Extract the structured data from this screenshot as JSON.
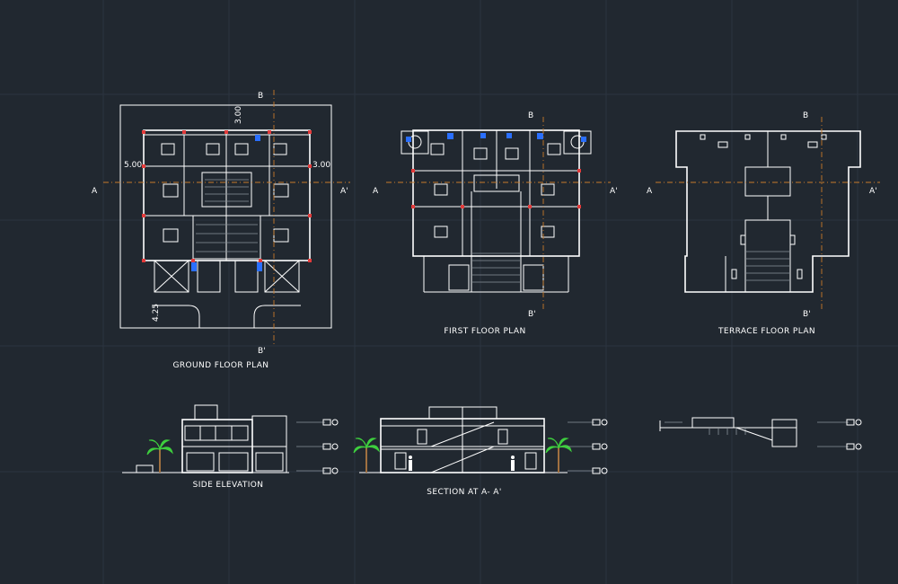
{
  "drawing": {
    "background": "#212830",
    "line_color": "#ffffff",
    "axis_color": "#c77a2a",
    "column_color": "#e23a3a",
    "fixture_color": "#2a6fff",
    "tree_color": "#3ecf3e"
  },
  "titles": {
    "ground": "GROUND FLOOR PLAN",
    "first": "FIRST FLOOR PLAN",
    "terrace": "TERRACE FLOOR PLAN",
    "side": "SIDE ELEVATION",
    "section": "SECTION AT A- A'"
  },
  "markers": {
    "a": "A",
    "a_prime": "A'",
    "b": "B",
    "b_prime": "B'"
  },
  "dimensions": {
    "top": "3.00",
    "left": "5.00",
    "right": "3.00",
    "bottom": "4.25"
  }
}
